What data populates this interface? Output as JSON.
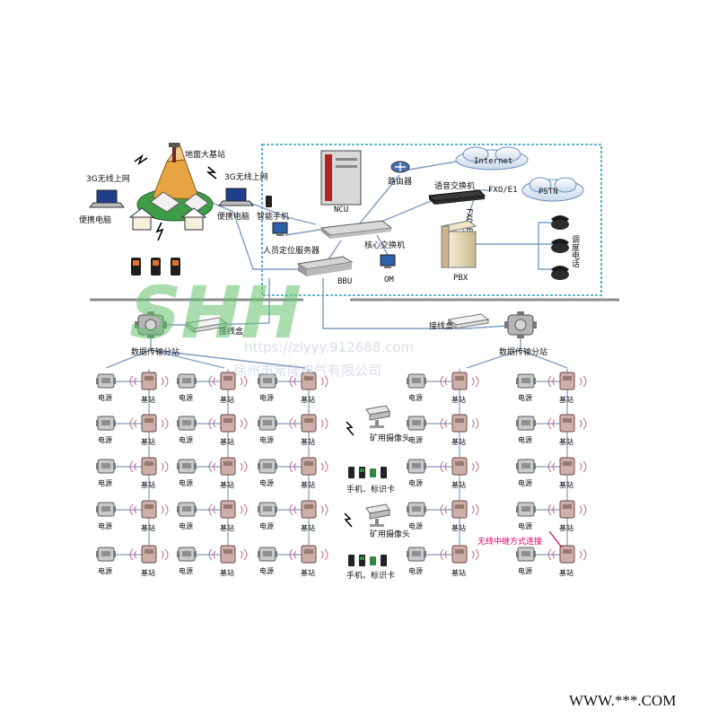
{
  "labels": {
    "ground_station": "地面大基站",
    "wireless_left": "3G无线上网",
    "wireless_right": "3G无线上网",
    "laptop_left": "便携电脑",
    "laptop_right": "便携电脑",
    "smartphone": "智能手机",
    "internet": "Internet",
    "router": "路由器",
    "ncu": "NCU",
    "voice_switch": "语音交换机",
    "fxo_e1_h": "FXO/E1",
    "fxo_e1_v": "FXO/E1",
    "pstn": "PSTN",
    "dispatch_phone": "调度电话",
    "positioning_server": "人员定位服务器",
    "core_switch": "核心交换机",
    "bbu": "BBU",
    "om": "OM",
    "pbx": "PBX",
    "junction_left": "接线盒",
    "junction_right": "接线盒",
    "data_hub_left": "数据传输分站",
    "data_hub_right": "数据传输分站",
    "power": "电源",
    "base_station": "基站",
    "camera": "矿用摄像头",
    "handset_card": "手机、标识卡",
    "relay_note": "无线中继方式连接",
    "footer": "WWW.***.COM"
  },
  "watermark": {
    "logo": "SHH",
    "url": "https://zlyyy.912688.com",
    "company": "徐州市常隆电气有限公司"
  },
  "colors": {
    "link_blue": "#7e9cc2",
    "dashed_box": "#2a9fc4",
    "bus_gray": "#8d8d8d",
    "relay_magenta": "#d6006e",
    "logo_green": "#63c36d",
    "logo_orange": "#f2a23c"
  }
}
